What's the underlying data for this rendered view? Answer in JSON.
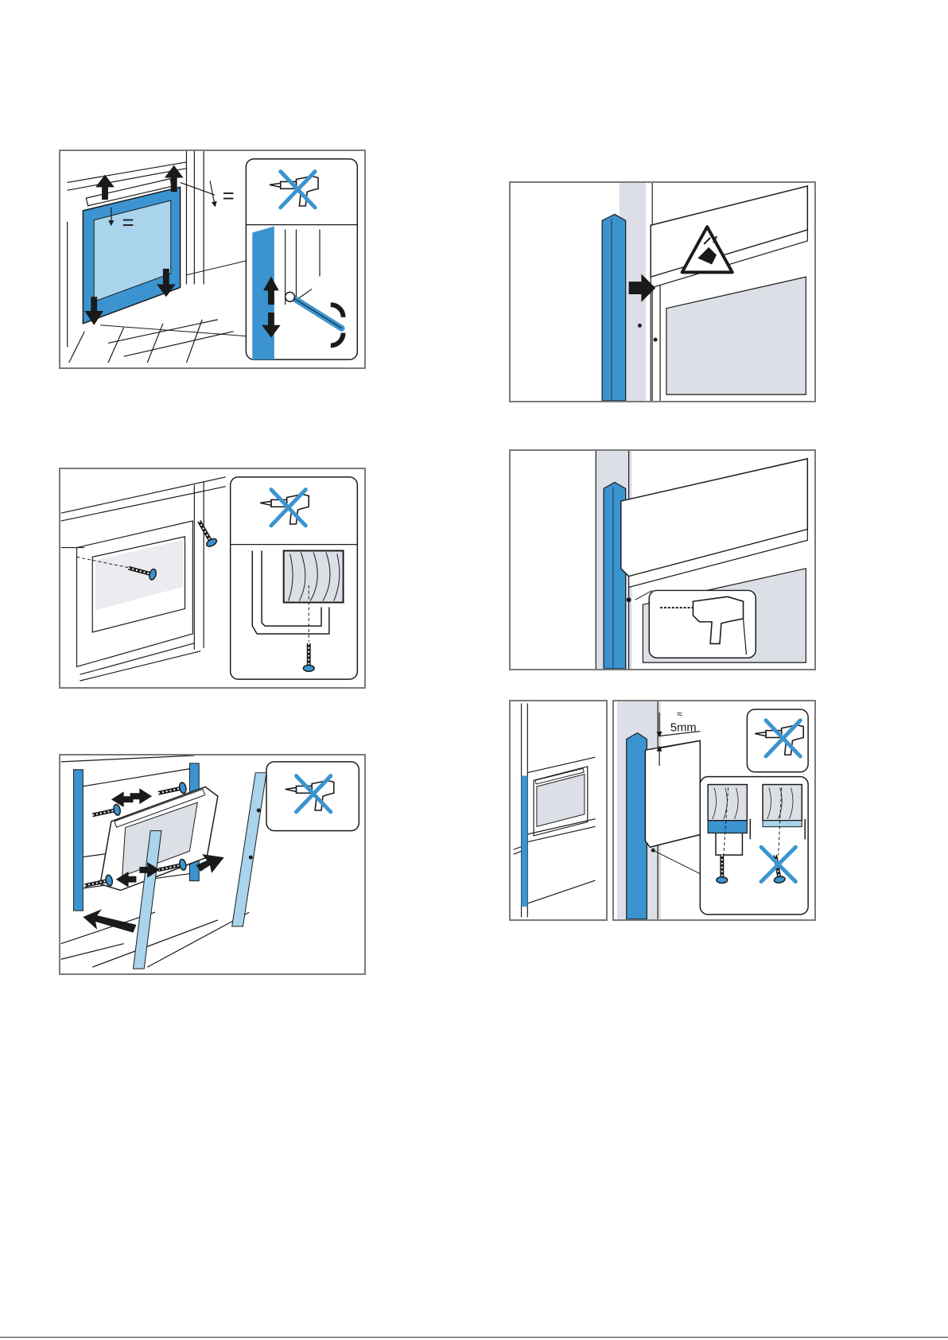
{
  "colors": {
    "accent_blue": "#3b94cf",
    "light_blue": "#a9d4ec",
    "pale_grey": "#dcdfe6",
    "line": "#1a1a1a",
    "frame": "#7a7a7a"
  },
  "figures": [
    {
      "id": "fig1",
      "subject": "door-alignment",
      "icons": [
        "arrow-up-icon",
        "arrow-down-icon",
        "no-silicone-icon",
        "screwdriver-icon",
        "rotate-icon"
      ],
      "labels": {
        "gap_equal_top": "=",
        "gap_equal_side": "="
      }
    },
    {
      "id": "fig2",
      "subject": "screw-fixing",
      "icons": [
        "screw-icon",
        "no-silicone-icon",
        "wood-section-icon"
      ]
    },
    {
      "id": "fig3",
      "subject": "side-strip-mounting",
      "icons": [
        "strip-icon",
        "arrow-icon",
        "no-silicone-icon"
      ]
    },
    {
      "id": "fig4",
      "subject": "strip-insertion-warning",
      "icons": [
        "blue-strip-icon",
        "arrow-right-icon",
        "hand-injury-warning-icon"
      ]
    },
    {
      "id": "fig5",
      "subject": "pre-drilling",
      "icons": [
        "blue-strip-icon",
        "drill-icon"
      ]
    },
    {
      "id": "fig6",
      "subject": "gap-and-screw",
      "icons": [
        "blue-strip-icon",
        "no-silicone-icon",
        "wood-section-icon",
        "screw-icon",
        "cross-icon"
      ],
      "labels": {
        "gap_approx": "≈",
        "gap_value": "5mm"
      }
    }
  ]
}
